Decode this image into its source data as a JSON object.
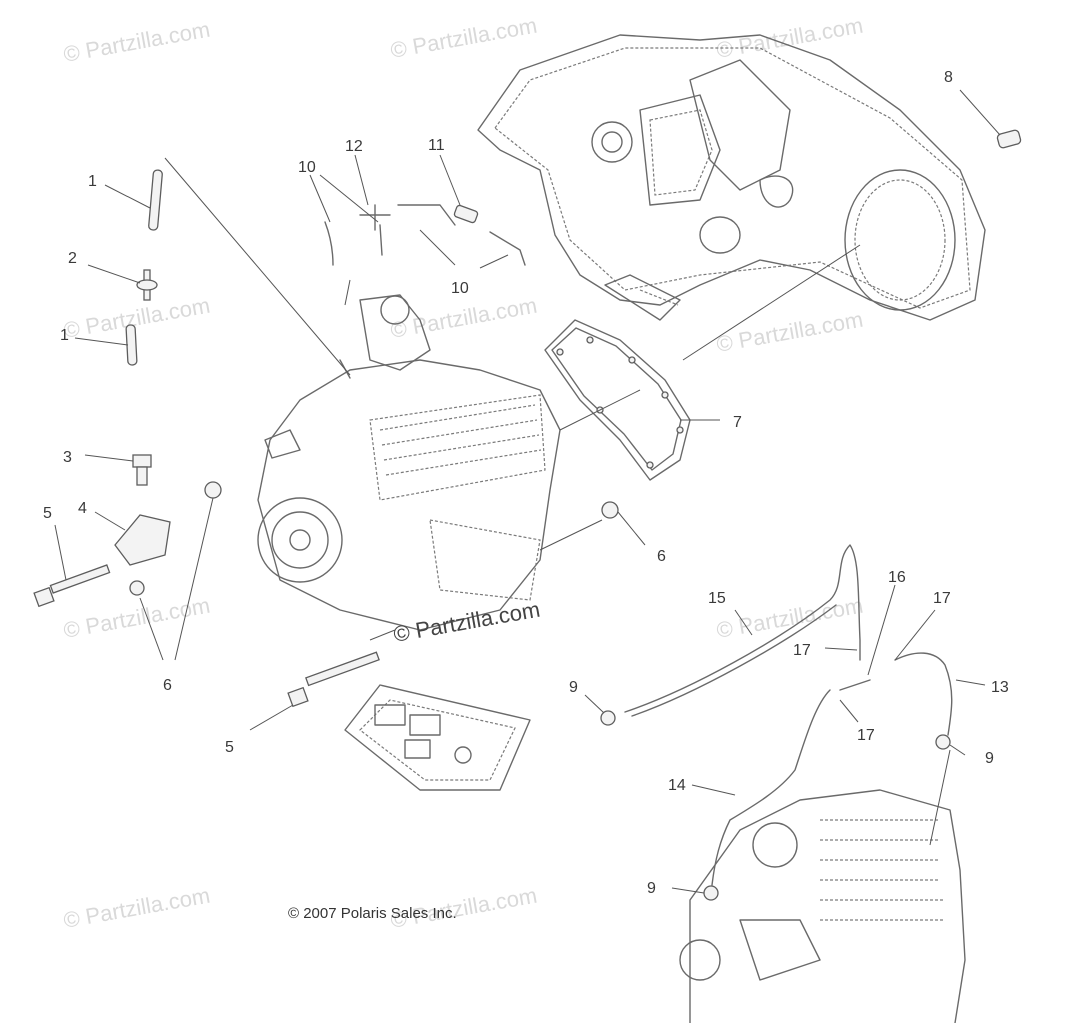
{
  "watermark": "© Partzilla.com",
  "center_watermark": "© Partzilla.com",
  "copyright": "© 2007 Polaris Sales Inc.",
  "callouts": {
    "c1a": "1",
    "c1b": "1",
    "c2": "2",
    "c3": "3",
    "c4": "4",
    "c5a": "5",
    "c5b": "5",
    "c6a": "6",
    "c6b": "6",
    "c7": "7",
    "c8": "8",
    "c9a": "9",
    "c9b": "9",
    "c9c": "9",
    "c10a": "10",
    "c10b": "10",
    "c11": "11",
    "c12": "12",
    "c13": "13",
    "c14": "14",
    "c15": "15",
    "c16": "16",
    "c17a": "17",
    "c17b": "17",
    "c17c": "17"
  }
}
